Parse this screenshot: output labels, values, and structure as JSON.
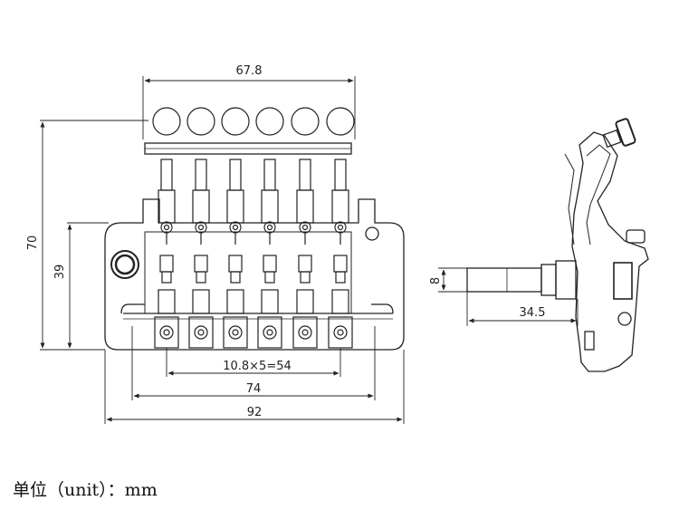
{
  "dimensions": {
    "top_width": "67.8",
    "total_height": "70",
    "base_height": "39",
    "string_spacing": "10.8×5=54",
    "mid_width": "74",
    "full_width": "92",
    "post_height": "8",
    "post_length": "34.5"
  },
  "unit_note": "单位（unit）：mm",
  "colors": {
    "line": "#222222",
    "ink": "#111111"
  }
}
